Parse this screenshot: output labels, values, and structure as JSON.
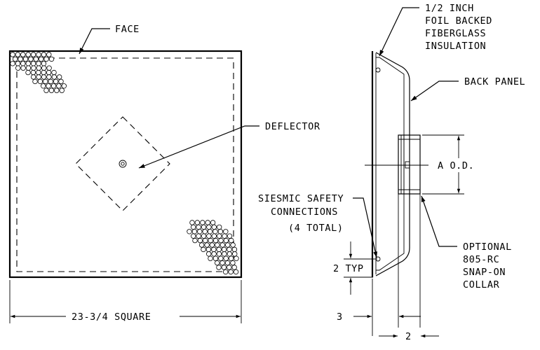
{
  "labels": {
    "face": "FACE",
    "deflector": "DEFLECTOR",
    "width_dim": "23-3/4 SQUARE",
    "insulation": [
      "1/2 INCH",
      "FOIL BACKED",
      "FIBERGLASS",
      "INSULATION"
    ],
    "back_panel": "BACK PANEL",
    "od_dim": "A O.D.",
    "seismic": [
      "SIESMIC SAFETY",
      "CONNECTIONS",
      "(4 TOTAL)"
    ],
    "typ_dim": "2 TYP",
    "collar": [
      "OPTIONAL",
      "805-RC",
      "SNAP-ON",
      "COLLAR"
    ],
    "depth_dim": "3",
    "collar_dim": "2"
  }
}
